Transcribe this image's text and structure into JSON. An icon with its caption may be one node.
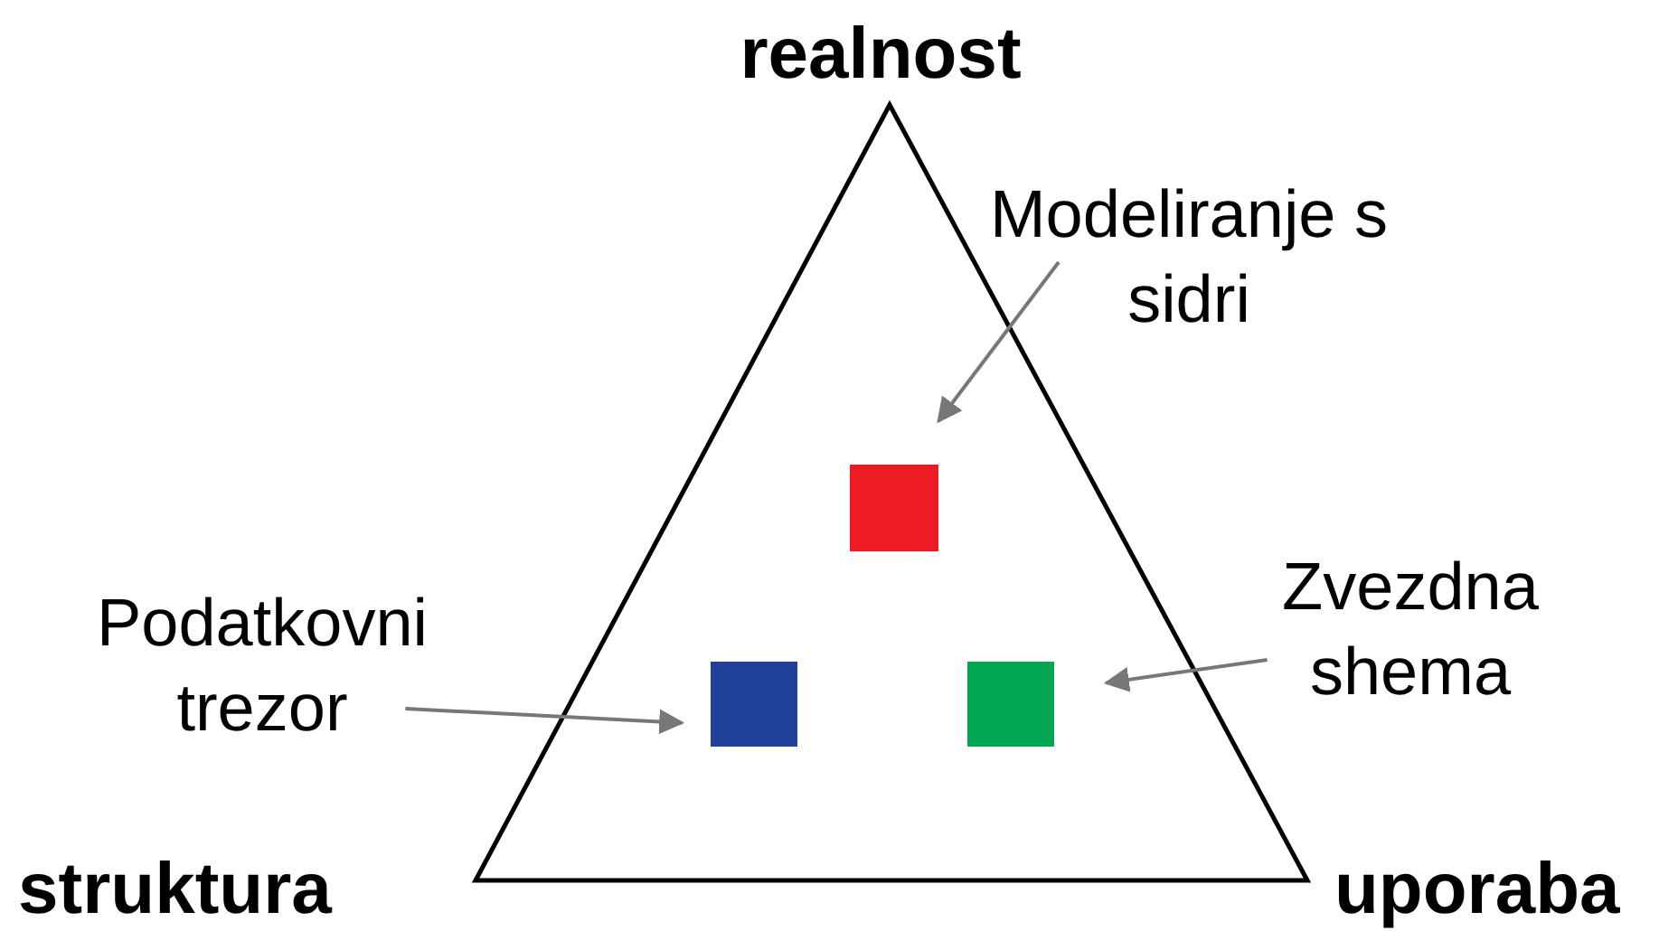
{
  "diagram": {
    "nodes": [
      {
        "text": [
          "Modeliranje s sidri"
        ]
      },
      {
        "text": [],
        "shape": "box"
      },
      {
        "text": [
          "Podatkovni trezor"
        ]
      },
      {
        "text": [],
        "shape": "box"
      },
      {
        "text": [
          "Zvezdna shema"
        ]
      },
      {
        "text": [],
        "shape": "box"
      }
    ],
    "edges": [
      {
        "from": 0,
        "to": 1,
        "arrow": "to"
      },
      {
        "from": 2,
        "to": 3,
        "arrow": "to"
      },
      {
        "from": 4,
        "to": 5,
        "arrow": "to"
      }
    ],
    "labels": [
      "realnost",
      "struktura",
      "uporaba"
    ]
  }
}
